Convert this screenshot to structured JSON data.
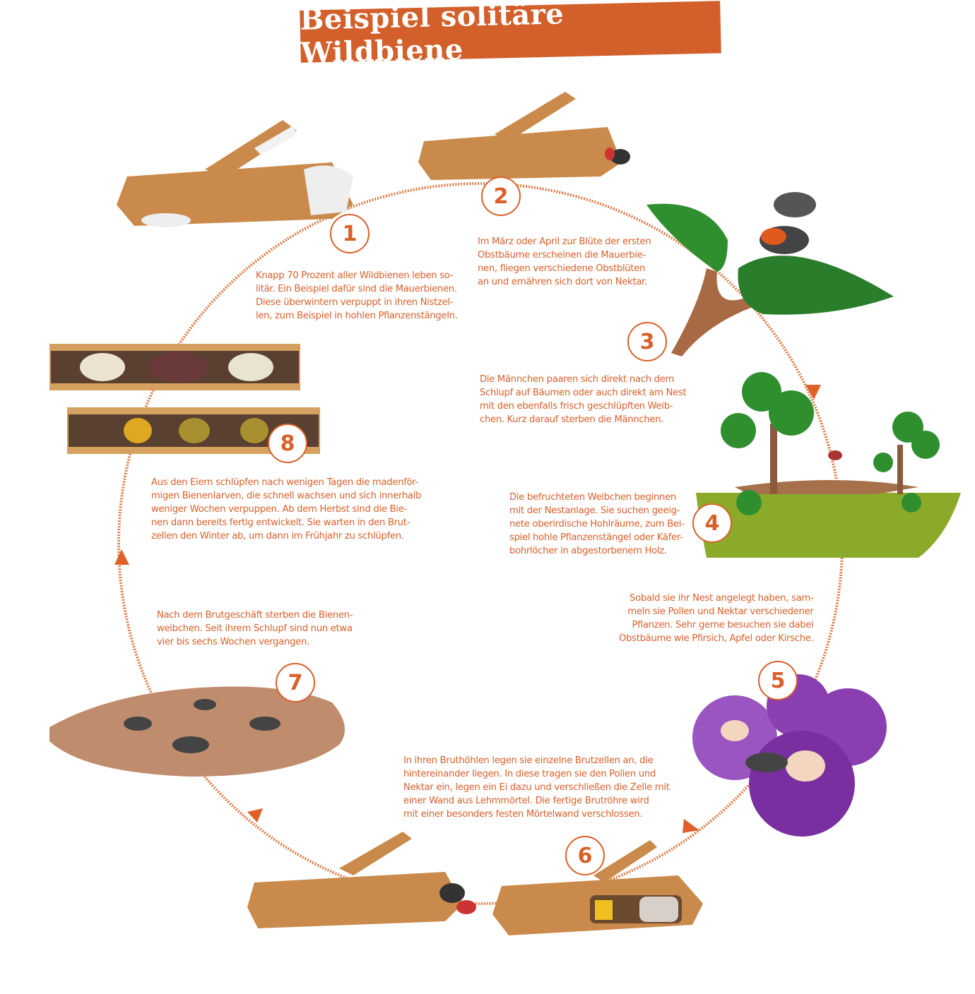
{
  "title": "Beispiel solitäre Wildbiene",
  "colors": {
    "accent": "#d9602a",
    "banner": "#d35f2b",
    "wood": "#c98a4b",
    "leaf": "#2f8f2f",
    "flower": "#8a3fb0"
  },
  "steps": [
    {
      "number": "1",
      "lines": [
        "Knapp 70 Prozent aller Wildbienen leben so-",
        "litär. Ein Beispiel dafür sind die Mauerbienen.",
        "Diese überwintern verpuppt in ihren Nistzel-",
        "len, zum Beispiel in hohlen Pflanzenstängeln."
      ]
    },
    {
      "number": "2",
      "lines": [
        "Im März oder April zur Blüte der ersten",
        "Obstbäume erscheinen die Mauerbie-",
        "nen, fliegen  verschiedene Obstblüten",
        "an und ernähren sich dort von Nektar."
      ]
    },
    {
      "number": "3",
      "lines": [
        "Die Männchen paaren sich direkt nach dem",
        "Schlupf auf Bäumen oder auch direkt am Nest",
        "mit den ebenfalls frisch geschlüpften Weib-",
        "chen. Kurz darauf sterben die Männchen."
      ]
    },
    {
      "number": "4",
      "lines": [
        "Die befruchteten Weibchen beginnen",
        "mit der Nestanlage. Sie suchen geeig-",
        "nete oberirdische Hohlräume, zum Bei-",
        "spiel hohle Pflanzenstängel oder Käfer-",
        "bohrlöcher in abgestorbenem Holz."
      ]
    },
    {
      "number": "5",
      "lines": [
        "Sobald sie ihr Nest angelegt haben, sam-",
        "meln sie Pollen und Nektar verschiedener",
        "Pflanzen. Sehr gerne besuchen sie dabei",
        "Obstbäume wie Pfirsich, Apfel oder Kirsche."
      ]
    },
    {
      "number": "6",
      "lines": [
        "In ihren Bruthöhlen legen sie einzelne Brutzellen an, die",
        "hintereinander liegen. In diese tragen sie den Pollen und",
        "Nektar ein, legen ein Ei dazu und verschließen die Zelle mit",
        "einer Wand aus Lehmmörtel. Die fertige Brutröhre wird",
        "mit einer besonders festen Mörtelwand verschlossen."
      ]
    },
    {
      "number": "7",
      "lines": [
        "Nach dem Brutgeschäft sterben die Bienen-",
        "weibchen. Seit ihrem Schlupf sind nun etwa",
        "vier bis sechs Wochen vergangen."
      ]
    },
    {
      "number": "8",
      "lines": [
        "Aus den Eiern schlüpfen nach wenigen Tagen die madenför-",
        "migen Bienenlarven, die schnell wachsen und sich innerhalb",
        "weniger Wochen verpuppen. Ab dem Herbst sind die Bie-",
        "nen dann bereits fertig entwickelt. Sie warten in den Brut-",
        "zellen den Winter ab, um dann im Frühjahr zu schlüpfen."
      ]
    }
  ]
}
